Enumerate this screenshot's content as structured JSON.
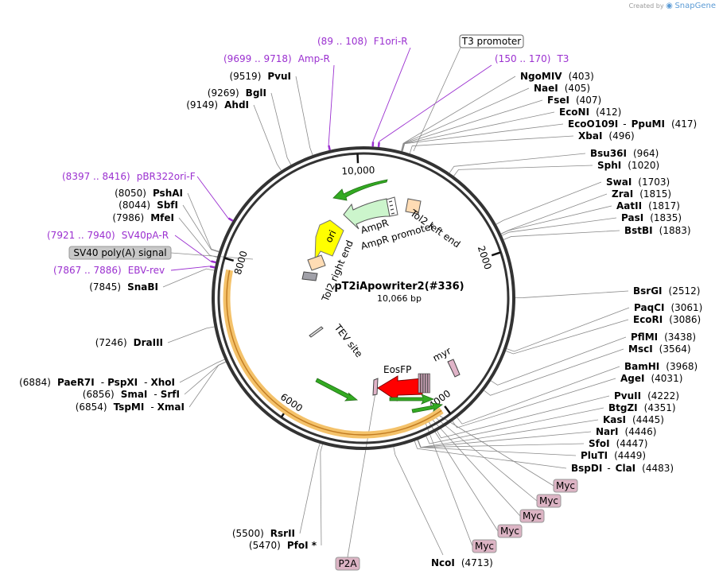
{
  "watermark": {
    "prefix": "Created by",
    "brand": "SnapGene"
  },
  "plasmid": {
    "name": "pT2iApowriter2(#336)",
    "size_label": "10,066 bp",
    "total_bp": 10066,
    "tick_labels": [
      {
        "bp": 10000,
        "text": "10,000"
      },
      {
        "bp": 2000,
        "text": "2000"
      },
      {
        "bp": 4000,
        "text": "4000"
      },
      {
        "bp": 6000,
        "text": "6000"
      },
      {
        "bp": 8000,
        "text": "8000"
      }
    ]
  },
  "right_enzymes": [
    {
      "bp": 403,
      "parts": [
        {
          "name": "NgoMIV",
          "pos": "(403)"
        }
      ]
    },
    {
      "bp": 405,
      "parts": [
        {
          "name": "NaeI",
          "pos": "(405)"
        }
      ]
    },
    {
      "bp": 407,
      "parts": [
        {
          "name": "FseI",
          "pos": "(407)"
        }
      ]
    },
    {
      "bp": 412,
      "parts": [
        {
          "name": "EcoNI",
          "pos": "(412)"
        }
      ]
    },
    {
      "bp": 417,
      "parts": [
        {
          "name": "EcoO109I",
          "pos": ""
        },
        {
          "name": "PpuMI",
          "pos": "(417)"
        }
      ]
    },
    {
      "bp": 496,
      "parts": [
        {
          "name": "XbaI",
          "pos": "(496)"
        }
      ]
    },
    {
      "bp": 964,
      "parts": [
        {
          "name": "Bsu36I",
          "pos": "(964)"
        }
      ]
    },
    {
      "bp": 1020,
      "parts": [
        {
          "name": "SphI",
          "pos": "(1020)"
        }
      ]
    },
    {
      "bp": 1703,
      "parts": [
        {
          "name": "SwaI",
          "pos": "(1703)"
        }
      ]
    },
    {
      "bp": 1815,
      "parts": [
        {
          "name": "ZraI",
          "pos": "(1815)"
        }
      ]
    },
    {
      "bp": 1817,
      "parts": [
        {
          "name": "AatII",
          "pos": "(1817)"
        }
      ]
    },
    {
      "bp": 1835,
      "parts": [
        {
          "name": "PasI",
          "pos": "(1835)"
        }
      ]
    },
    {
      "bp": 1883,
      "parts": [
        {
          "name": "BstBI",
          "pos": "(1883)"
        }
      ]
    },
    {
      "bp": 2512,
      "parts": [
        {
          "name": "BsrGI",
          "pos": "(2512)"
        }
      ]
    },
    {
      "bp": 3061,
      "parts": [
        {
          "name": "PaqCI",
          "pos": "(3061)"
        }
      ]
    },
    {
      "bp": 3086,
      "parts": [
        {
          "name": "EcoRI",
          "pos": "(3086)"
        }
      ]
    },
    {
      "bp": 3438,
      "parts": [
        {
          "name": "PflMI",
          "pos": "(3438)"
        }
      ]
    },
    {
      "bp": 3564,
      "parts": [
        {
          "name": "MscI",
          "pos": "(3564)"
        }
      ]
    },
    {
      "bp": 3968,
      "parts": [
        {
          "name": "BamHI",
          "pos": "(3968)"
        }
      ]
    },
    {
      "bp": 4031,
      "parts": [
        {
          "name": "AgeI",
          "pos": "(4031)"
        }
      ]
    },
    {
      "bp": 4222,
      "parts": [
        {
          "name": "PvuII",
          "pos": "(4222)"
        }
      ]
    },
    {
      "bp": 4351,
      "parts": [
        {
          "name": "BtgZI",
          "pos": "(4351)"
        }
      ]
    },
    {
      "bp": 4445,
      "parts": [
        {
          "name": "KasI",
          "pos": "(4445)"
        }
      ]
    },
    {
      "bp": 4446,
      "parts": [
        {
          "name": "NarI",
          "pos": "(4446)"
        }
      ]
    },
    {
      "bp": 4447,
      "parts": [
        {
          "name": "SfoI",
          "pos": "(4447)"
        }
      ]
    },
    {
      "bp": 4449,
      "parts": [
        {
          "name": "PluTI",
          "pos": "(4449)"
        }
      ]
    },
    {
      "bp": 4483,
      "parts": [
        {
          "name": "BspDI",
          "pos": ""
        },
        {
          "name": "ClaI",
          "pos": "(4483)"
        }
      ]
    },
    {
      "bp": 4713,
      "parts": [
        {
          "name": "NcoI",
          "pos": "(4713)"
        }
      ]
    }
  ],
  "left_enzymes": [
    {
      "bp": 9519,
      "pos": "(9519)",
      "name": "PvuI"
    },
    {
      "bp": 9269,
      "pos": "(9269)",
      "name": "BglI"
    },
    {
      "bp": 9149,
      "pos": "(9149)",
      "name": "AhdI"
    },
    {
      "bp": 8050,
      "pos": "(8050)",
      "name": "PshAI"
    },
    {
      "bp": 8044,
      "pos": "(8044)",
      "name": "SbfI"
    },
    {
      "bp": 7986,
      "pos": "(7986)",
      "name": "MfeI"
    },
    {
      "bp": 7845,
      "pos": "(7845)",
      "name": "SnaBI"
    },
    {
      "bp": 7246,
      "pos": "(7246)",
      "name": "DraIII"
    },
    {
      "bp": 6884,
      "pos": "(6884)",
      "name": "PaeR7I",
      "extra": [
        "PspXI",
        "XhoI"
      ]
    },
    {
      "bp": 6856,
      "pos": "(6856)",
      "name": "SmaI",
      "extra": [
        "SrfI"
      ]
    },
    {
      "bp": 6854,
      "pos": "(6854)",
      "name": "TspMI",
      "extra": [
        "XmaI"
      ]
    },
    {
      "bp": 5500,
      "pos": "(5500)",
      "name": "RsrII"
    },
    {
      "bp": 5470,
      "pos": "(5470)",
      "name": "PfoI *"
    }
  ],
  "primers": [
    {
      "bp": 98,
      "range": "(89 .. 108)",
      "name": "F1ori-R"
    },
    {
      "bp": 160,
      "range": "(150 .. 170)",
      "name": "T3"
    },
    {
      "bp": 9708,
      "range": "(9699 .. 9718)",
      "name": "Amp-R"
    },
    {
      "bp": 8406,
      "range": "(8397 .. 8416)",
      "name": "pBR322ori-F"
    },
    {
      "bp": 7930,
      "range": "(7921 .. 7940)",
      "name": "SV40pA-R"
    },
    {
      "bp": 7876,
      "range": "(7867 .. 7886)",
      "name": "EBV-rev"
    }
  ],
  "boxed_features": [
    {
      "text": "T3 promoter",
      "style": "outline"
    },
    {
      "text": "SV40 poly(A) signal",
      "style": "gray"
    },
    {
      "text": "Myc",
      "style": "pink"
    },
    {
      "text": "Myc",
      "style": "pink"
    },
    {
      "text": "Myc",
      "style": "pink"
    },
    {
      "text": "Myc",
      "style": "pink"
    },
    {
      "text": "Myc",
      "style": "pink"
    },
    {
      "text": "P2A",
      "style": "pink"
    }
  ],
  "inner_features": [
    {
      "text": "AmpR"
    },
    {
      "text": "AmpR promoter"
    },
    {
      "text": "ori"
    },
    {
      "text": "Tol2 left end"
    },
    {
      "text": "Tol2 right end"
    },
    {
      "text": "TEV site"
    },
    {
      "text": "EosFP"
    },
    {
      "text": "myr"
    }
  ],
  "colors": {
    "backbone": "#333333",
    "enzyme_text": "#000000",
    "primer": "#9b30d0",
    "ampr": "#ccf5cc",
    "ori": "#ffff00",
    "tol2": "#ffdcb4",
    "eosfp": "#ff0000",
    "tag": "#e0b4c8",
    "orf_arc": "#f0b060",
    "green_arrow": "#33aa22",
    "gray_feature": "#a0a0a8"
  }
}
